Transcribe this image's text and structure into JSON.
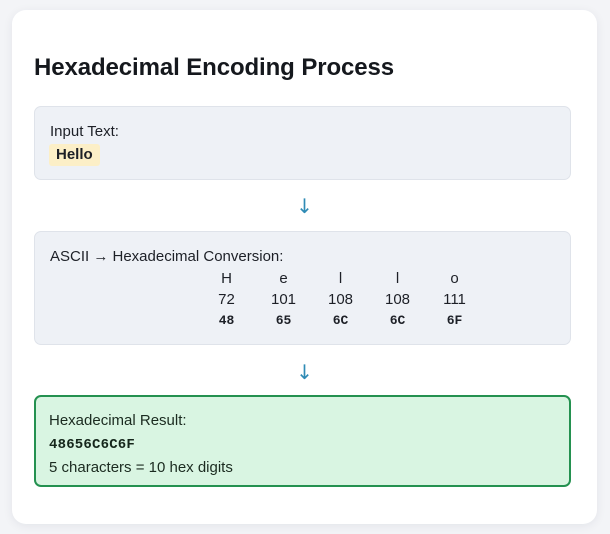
{
  "title": "Hexadecimal Encoding Process",
  "input_panel": {
    "label": "Input Text:",
    "value": "Hello",
    "chip_color": "#fcefc7"
  },
  "connector": {
    "arrow_glyph": "↓",
    "color": "#2f8bb5"
  },
  "conversion_panel": {
    "label": "ASCII → Hexadecimal Conversion:",
    "rows": {
      "chars": [
        "H",
        "e",
        "l",
        "l",
        "o"
      ],
      "ascii": [
        "72",
        "101",
        "108",
        "108",
        "111"
      ],
      "hex": [
        "48",
        "65",
        "6C",
        "6C",
        "6F"
      ]
    }
  },
  "result_panel": {
    "label": "Hexadecimal Result:",
    "hex": "48656C6C6F",
    "note": "5 characters = 10 hex digits",
    "border_color": "#249150",
    "background_color": "#d9f5e2"
  }
}
